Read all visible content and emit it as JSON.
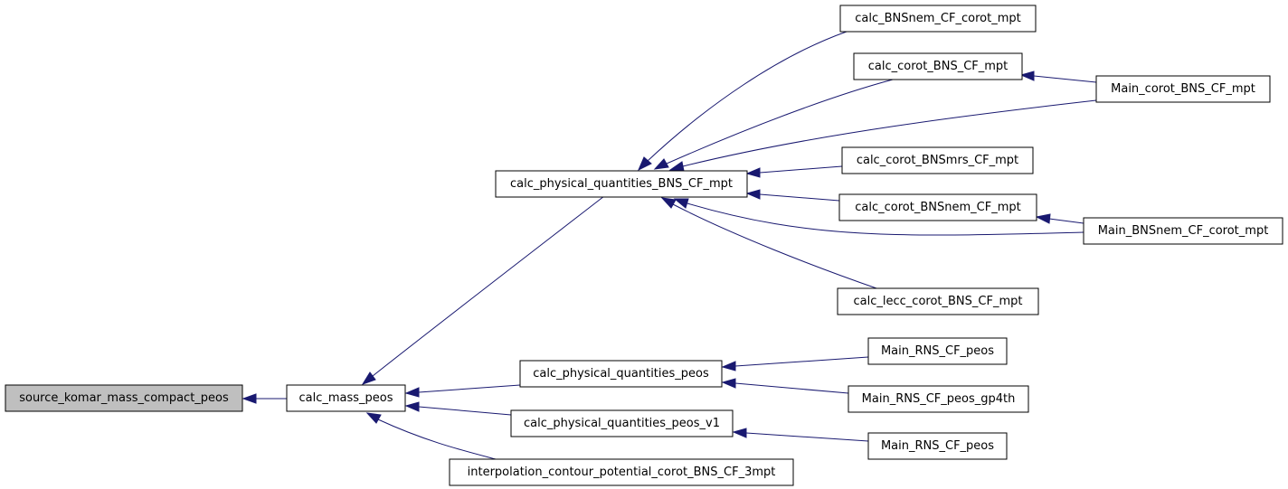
{
  "graph": {
    "nodes": [
      {
        "id": "n0",
        "label": "source_komar_mass_compact_peos",
        "current": true
      },
      {
        "id": "n1",
        "label": "calc_mass_peos"
      },
      {
        "id": "n2",
        "label": "calc_physical_quantities_BNS_CF_mpt"
      },
      {
        "id": "n3",
        "label": "calc_physical_quantities_peos"
      },
      {
        "id": "n4",
        "label": "calc_physical_quantities_peos_v1"
      },
      {
        "id": "n5",
        "label": "interpolation_contour_potential_corot_BNS_CF_3mpt"
      },
      {
        "id": "n6",
        "label": "calc_BNSnem_CF_corot_mpt"
      },
      {
        "id": "n7",
        "label": "calc_corot_BNS_CF_mpt"
      },
      {
        "id": "n8",
        "label": "calc_corot_BNSmrs_CF_mpt"
      },
      {
        "id": "n9",
        "label": "calc_corot_BNSnem_CF_mpt"
      },
      {
        "id": "n10",
        "label": "calc_lecc_corot_BNS_CF_mpt"
      },
      {
        "id": "n11",
        "label": "Main_corot_BNS_CF_mpt"
      },
      {
        "id": "n12",
        "label": "Main_BNSnem_CF_corot_mpt"
      },
      {
        "id": "n13",
        "label": "Main_RNS_CF_peos"
      },
      {
        "id": "n14",
        "label": "Main_RNS_CF_peos_gp4th"
      },
      {
        "id": "n15",
        "label": "Main_RNS_CF_peos"
      }
    ],
    "edges": [
      {
        "from": "n1",
        "to": "n0"
      },
      {
        "from": "n2",
        "to": "n1"
      },
      {
        "from": "n3",
        "to": "n1"
      },
      {
        "from": "n4",
        "to": "n1"
      },
      {
        "from": "n5",
        "to": "n1"
      },
      {
        "from": "n6",
        "to": "n2"
      },
      {
        "from": "n7",
        "to": "n2"
      },
      {
        "from": "n11",
        "to": "n2"
      },
      {
        "from": "n8",
        "to": "n2"
      },
      {
        "from": "n9",
        "to": "n2"
      },
      {
        "from": "n12",
        "to": "n2"
      },
      {
        "from": "n10",
        "to": "n2"
      },
      {
        "from": "n11",
        "to": "n7"
      },
      {
        "from": "n12",
        "to": "n9"
      },
      {
        "from": "n13",
        "to": "n3"
      },
      {
        "from": "n14",
        "to": "n3"
      },
      {
        "from": "n15",
        "to": "n4"
      }
    ]
  }
}
